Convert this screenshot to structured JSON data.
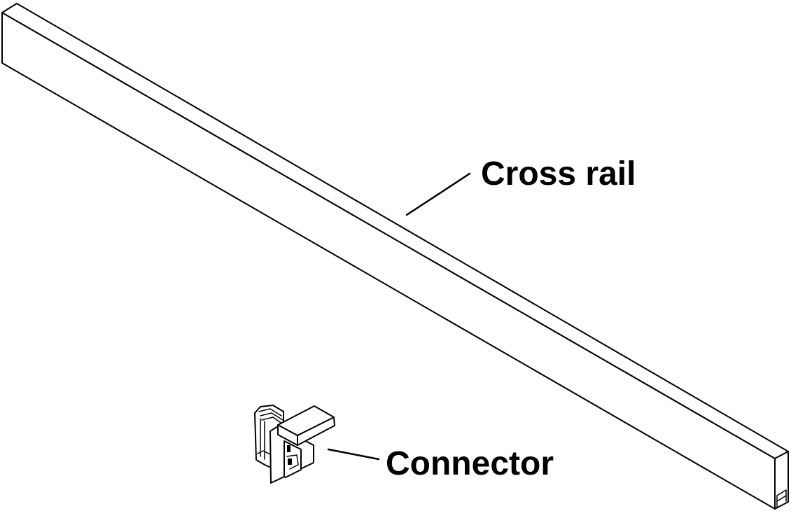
{
  "diagram": {
    "type": "parts-callout",
    "style": "isometric line drawing",
    "colors": {
      "line": "#000000",
      "background": "#ffffff"
    },
    "parts": [
      {
        "id": "cross-rail",
        "label": "Cross rail"
      },
      {
        "id": "connector",
        "label": "Connector"
      }
    ]
  }
}
